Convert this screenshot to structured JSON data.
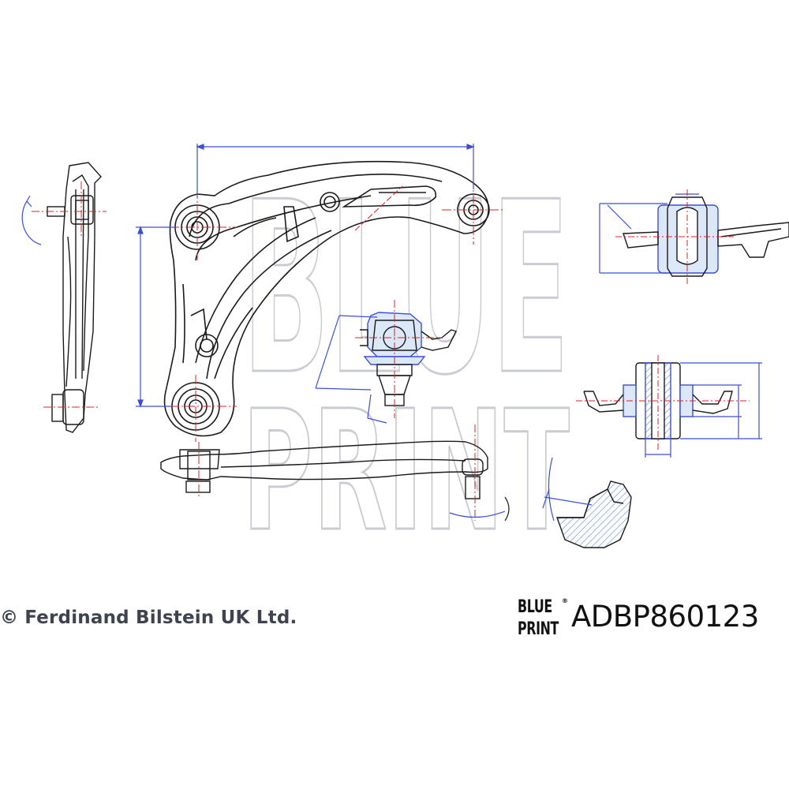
{
  "copyright": {
    "symbol": "©",
    "text": "Ferdinand Bilstein UK Ltd."
  },
  "watermark": {
    "line1": "BLUE",
    "line2": "PRINT"
  },
  "logo": {
    "line1": "BLUE",
    "line2": "PRINT",
    "registered": "®"
  },
  "part_number": "ADBP860123",
  "colors": {
    "line": "#1a1a1a",
    "dimension": "#3a4fd6",
    "centerline": "#e02020",
    "hatch": "#5a8ad6",
    "watermark": "#c9ccd2",
    "text": "#3d4450"
  }
}
